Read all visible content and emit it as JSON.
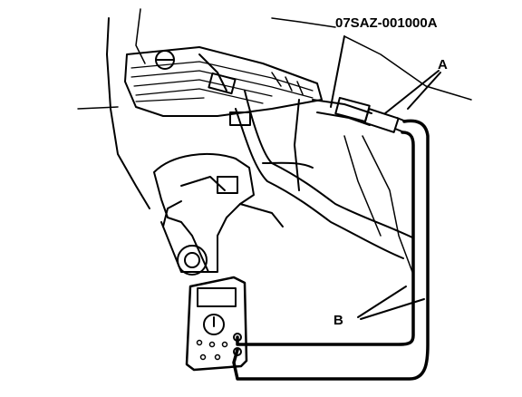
{
  "labels": {
    "tool_part_number": "07SAZ-001000A",
    "callout_a": "A",
    "callout_b": "B"
  },
  "colors": {
    "ink": "#000000",
    "background": "#ffffff"
  }
}
